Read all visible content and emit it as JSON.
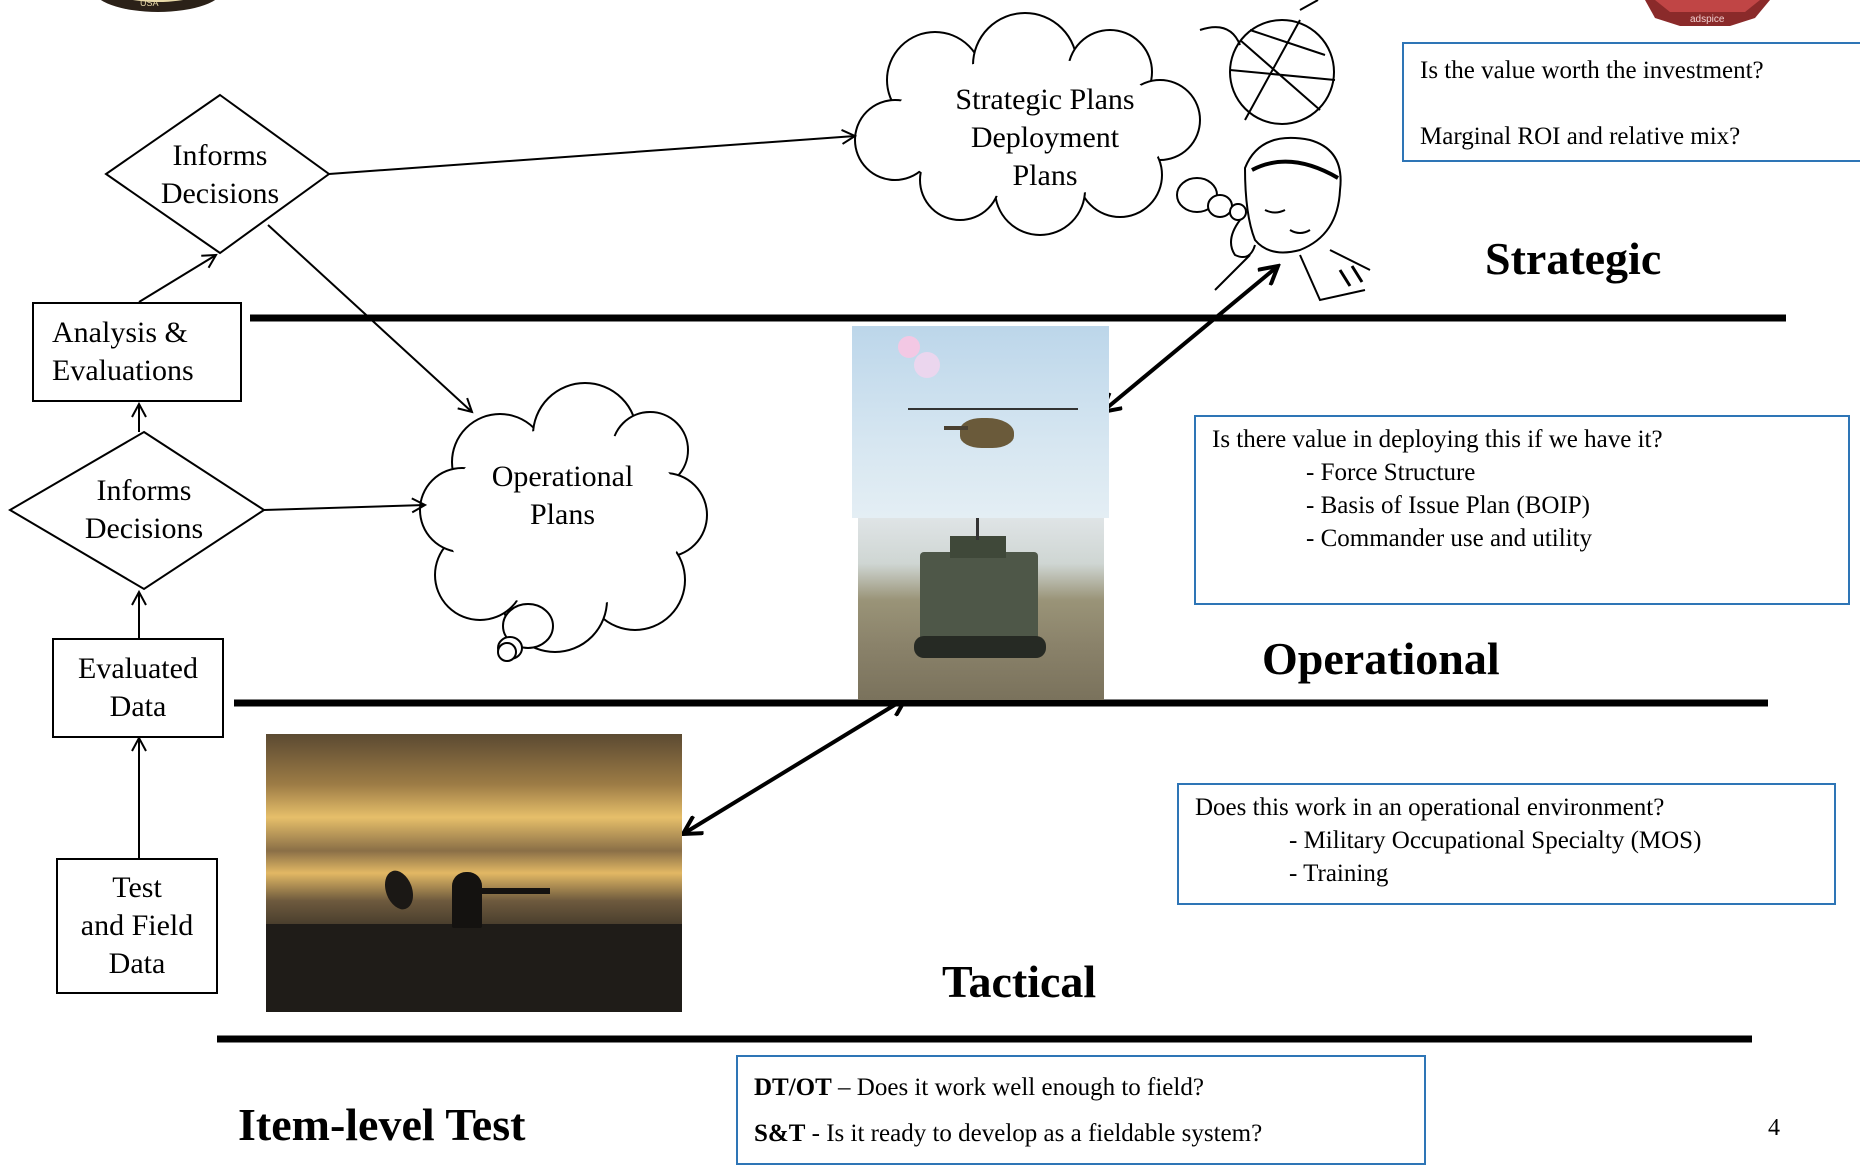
{
  "flow": {
    "test_field_data": "Test\nand Field\nData",
    "evaluated_data": "Evaluated\nData",
    "informs_lower": "Informs\nDecisions",
    "analysis": "Analysis &\nEvaluations",
    "informs_upper": "Informs\nDecisions",
    "operational_plans": "Operational\nPlans",
    "strategic_plans": "Strategic Plans\nDeployment\nPlans"
  },
  "levels": {
    "strategic": "Strategic",
    "operational": "Operational",
    "tactical": "Tactical",
    "item": "Item-level Test"
  },
  "questions": {
    "strategic": {
      "q1": "Is the value worth the investment?",
      "q2": "Marginal ROI and relative mix?"
    },
    "operational": {
      "question": "Is there value in deploying  this if we have it?",
      "items": [
        "-  Force Structure",
        "-  Basis of Issue Plan (BOIP)",
        "-  Commander use and utility"
      ]
    },
    "tactical": {
      "question": "Does this work in an operational environment?",
      "items": [
        "-  Military Occupational Specialty (MOS)",
        "-  Training"
      ]
    },
    "item": {
      "dtot_label": "DT/OT",
      "dtot_text": " – Does it work well enough to field?",
      "st_label": "S&T",
      "st_text": " -  Is it ready to develop as a fieldable system?"
    }
  },
  "logos": {
    "right_logo_text": "adspice"
  },
  "page_number": "4",
  "colors": {
    "box_border": "#2e75b6",
    "rule": "#000000"
  }
}
